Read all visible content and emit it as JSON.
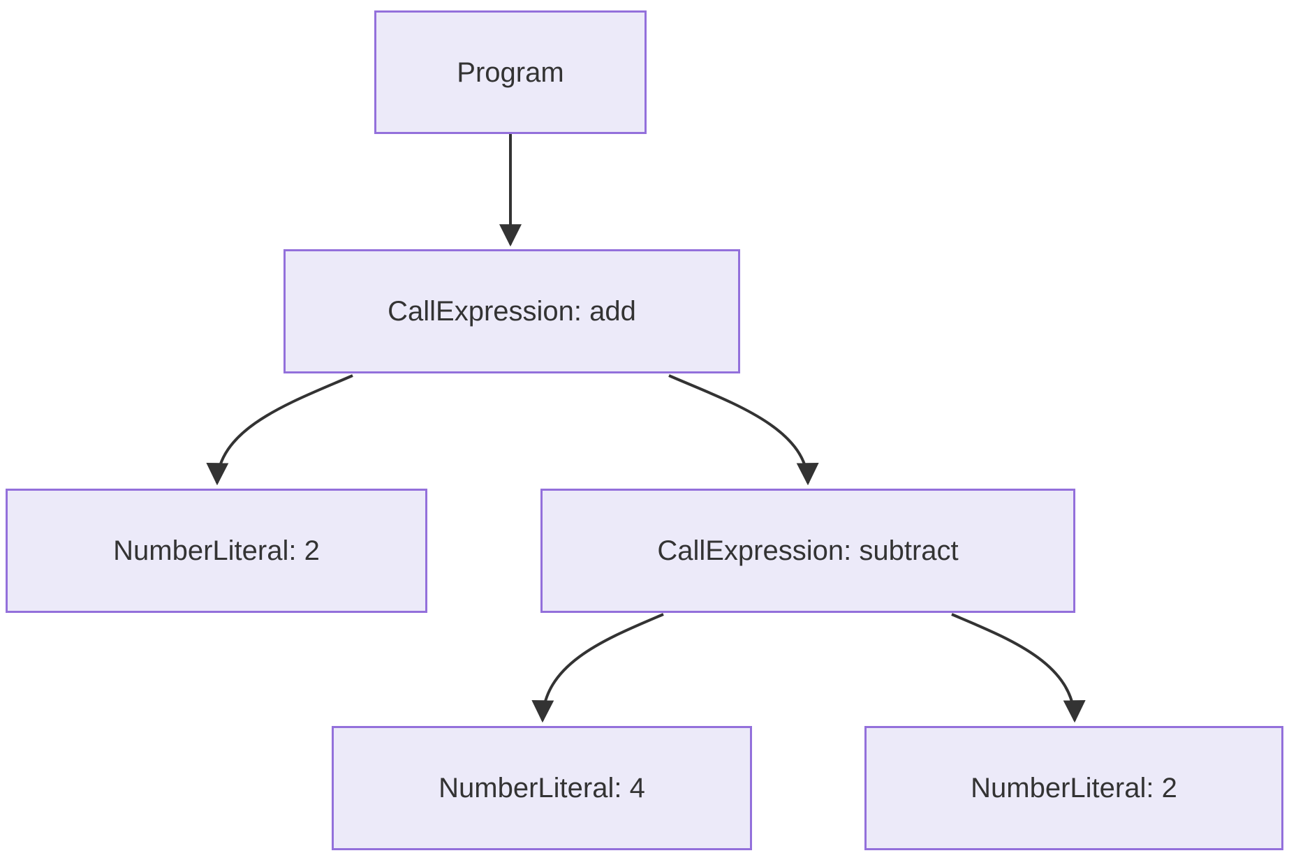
{
  "diagram": {
    "type": "flowchart",
    "direction": "top-down",
    "description": "Abstract syntax tree of add(2, subtract(4, 2))",
    "nodes": [
      {
        "id": "program",
        "label": "Program"
      },
      {
        "id": "call-add",
        "label": "CallExpression: add"
      },
      {
        "id": "num-2-left",
        "label": "NumberLiteral: 2"
      },
      {
        "id": "call-subtract",
        "label": "CallExpression: subtract"
      },
      {
        "id": "num-4",
        "label": "NumberLiteral: 4"
      },
      {
        "id": "num-2-right",
        "label": "NumberLiteral: 2"
      }
    ],
    "edges": [
      {
        "from": "program",
        "to": "call-add"
      },
      {
        "from": "call-add",
        "to": "num-2-left"
      },
      {
        "from": "call-add",
        "to": "call-subtract"
      },
      {
        "from": "call-subtract",
        "to": "num-4"
      },
      {
        "from": "call-subtract",
        "to": "num-2-right"
      }
    ]
  },
  "theme": {
    "background": "#FFFFFF",
    "node_fill": "#ECEAF9",
    "node_border": "#9370DB",
    "text_color": "#333333",
    "edge_color": "#333333"
  }
}
